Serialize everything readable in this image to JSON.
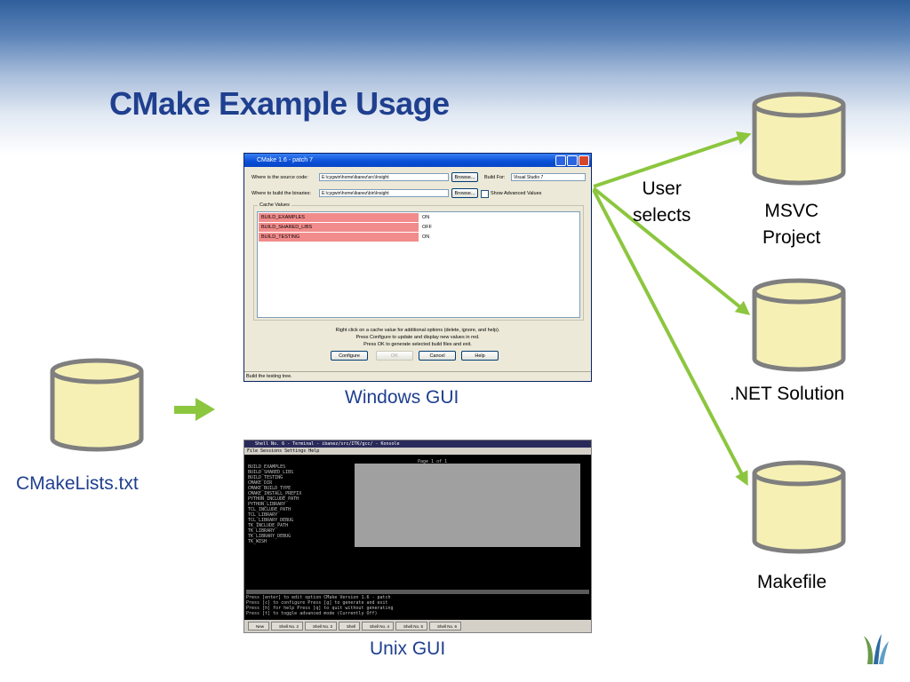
{
  "slide": {
    "title": "CMake Example Usage",
    "labels": {
      "cmakelists": "CMakeLists.txt",
      "windows_gui": "Windows GUI",
      "unix_gui": "Unix GUI",
      "user_selects": "User\nselects",
      "msvc": "MSVC\nProject",
      "net": ".NET Solution",
      "makefile": "Makefile"
    },
    "colors": {
      "title": "#1f3f8f",
      "arrow": "#8cc63f",
      "cylinder_fill": "#f6f0b4",
      "cylinder_stroke": "#7f7f7f"
    }
  },
  "windows_window": {
    "title": "CMake 1.6 - patch 7",
    "source_label": "Where is the source code:",
    "source_value": "E:\\cygwin\\home\\ibanez\\src\\Insight",
    "binaries_label": "Where to build the binaries:",
    "binaries_value": "E:\\cygwin\\home\\ibanez\\bin\\Insight",
    "browse_label": "Browse...",
    "build_for_label": "Build For:",
    "build_for_value": "Visual Studio 7",
    "show_advanced_label": "Show Advanced Values",
    "cache_values_label": "Cache Values",
    "cache_entries": [
      {
        "name": "BUILD_EXAMPLES",
        "value": "ON"
      },
      {
        "name": "BUILD_SHARED_LIBS",
        "value": "OFF"
      },
      {
        "name": "BUILD_TESTING",
        "value": "ON"
      }
    ],
    "info_lines": [
      "Right click on a cache value for additional options (delete, ignore, and help).",
      "Press Configure to update and display new values in red.",
      "Press OK to generate selected build files and exit."
    ],
    "buttons": {
      "configure": "Configure",
      "ok": "OK",
      "cancel": "Cancel",
      "help": "Help"
    },
    "status": "Build the testing tree."
  },
  "terminal": {
    "title": "Shell No. 6 - Terminal - ibanez/src/ITK/gcc/ - Konsole",
    "menu": "File  Sessions  Settings  Help",
    "page": "Page 1 of 1",
    "entries": [
      "BUILD_EXAMPLES",
      "BUILD_SHARED_LIBS",
      "BUILD_TESTING",
      "CMAKE_DIR",
      "CMAKE_BUILD_TYPE",
      "CMAKE_INSTALL_PREFIX",
      "PYTHON_INCLUDE_PATH",
      "PYTHON_LIBRARY",
      "TCL_INCLUDE_PATH",
      "TCL_LIBRARY",
      "TCL_LIBRARY_DEBUG",
      "TK_INCLUDE_PATH",
      "TK_LIBRARY",
      "TK_LIBRARY_DEBUG",
      "TK_WISH"
    ],
    "help_lines": [
      "Press [enter] to edit option                              CMake Version 1.6 - patch",
      "Press [c] to configure     Press [g] to generate and exit",
      "Press [h] for help         Press [q] to quit without generating",
      "Press [t] to toggle advanced mode (Currently Off)"
    ],
    "tasks": [
      "New",
      "Shell No. 2",
      "Shell No. 3",
      "Shell",
      "Shell No. 4",
      "Shell No. 5",
      "Shell No. 6"
    ]
  }
}
